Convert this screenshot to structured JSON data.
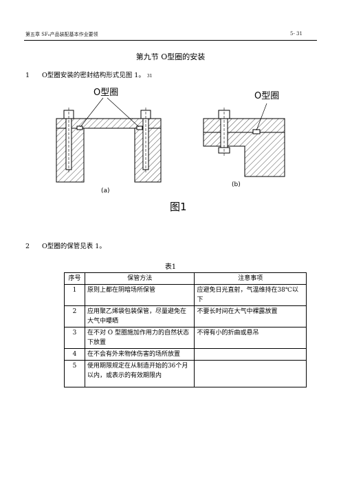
{
  "header": {
    "left": "第五章 SF₆产品装配基本作业要领",
    "right": "5- 31"
  },
  "title": "第九节 O型圈的安装",
  "para1": {
    "num": "1",
    "text": "O型圈安装的密封结构形式见图 1。",
    "sup": "31"
  },
  "figure": {
    "label_a_top": "O型圈",
    "label_b_top": "O型圈",
    "sub_a": "(a)",
    "sub_b": "(b)",
    "caption": "图1"
  },
  "para2": {
    "num": "2",
    "text": "O型圈的保管见表 1。"
  },
  "table": {
    "caption": "表1",
    "headers": [
      "序号",
      "保管方法",
      "注意事项"
    ],
    "rows": [
      [
        "1",
        "原则上都在阴暗场所保管",
        "应避免日光直射，气温维持在38℃以下"
      ],
      [
        "2",
        "应用聚乙烯袋包装保管，尽量避免在大气中曝晒",
        "不要长时间在大气中裸露放置"
      ],
      [
        "3",
        "在不对 O 型圈施加作用力的自然状态下放置",
        "不得有小的折曲或悬吊"
      ],
      [
        "4",
        "在不会有外来物体伤害的场所放置",
        ""
      ],
      [
        "5",
        "使用期限规定在从制造开始的36个月以内，或表示的有效期限内",
        ""
      ]
    ]
  }
}
